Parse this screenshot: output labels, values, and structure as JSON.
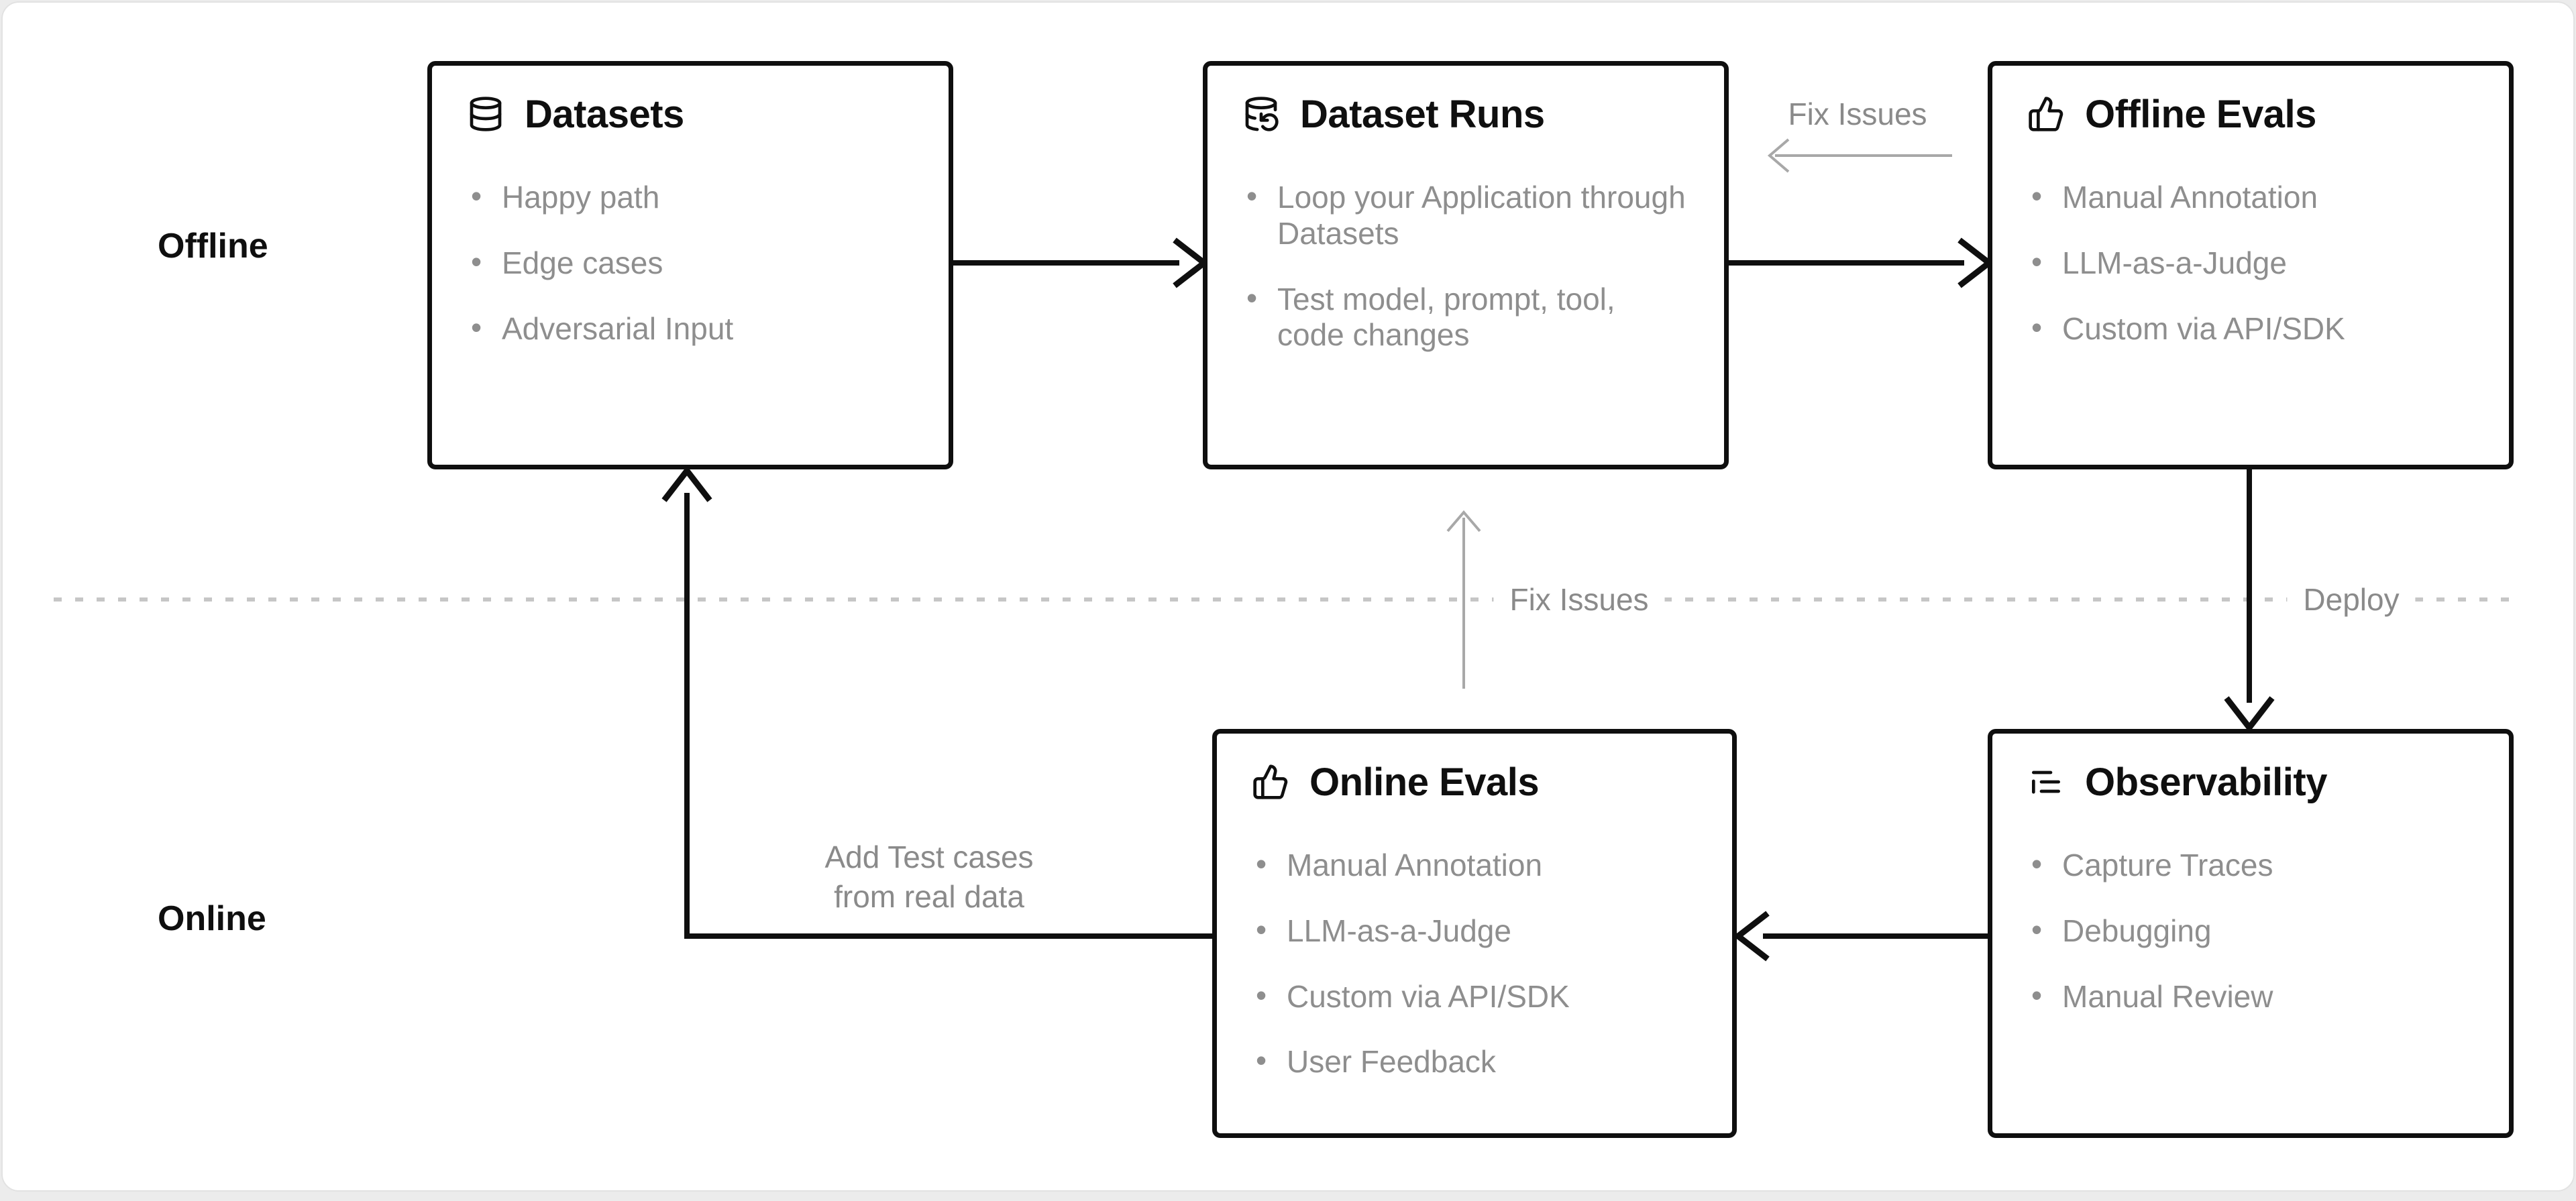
{
  "colors": {
    "page_background": "#ececec",
    "card_background": "#ffffff",
    "box_border": "#0f0f0f",
    "title_text": "#0f0f0f",
    "muted_text": "#8e8e8e",
    "black_arrow": "#0f0f0f",
    "gray_arrow": "#a8a8a8",
    "dashed_divider": "#c6c6c6"
  },
  "lanes": {
    "offline": "Offline",
    "online": "Online"
  },
  "boxes": [
    {
      "id": "datasets",
      "icon": "database-icon",
      "title": "Datasets",
      "items": [
        "Happy path",
        "Edge cases",
        "Adversarial Input"
      ]
    },
    {
      "id": "dataset-runs",
      "icon": "database-refresh-icon",
      "title": "Dataset Runs",
      "items": [
        "Loop your Application through Datasets",
        "Test model, prompt, tool, code changes"
      ]
    },
    {
      "id": "offline-evals",
      "icon": "thumbs-up-icon",
      "title": "Offline Evals",
      "items": [
        "Manual Annotation",
        "LLM-as-a-Judge",
        "Custom via API/SDK"
      ]
    },
    {
      "id": "online-evals",
      "icon": "thumbs-up-icon",
      "title": "Online Evals",
      "items": [
        "Manual Annotation",
        "LLM-as-a-Judge",
        "Custom via API/SDK",
        "User Feedback"
      ]
    },
    {
      "id": "observability",
      "icon": "list-tree-icon",
      "title": "Observability",
      "items": [
        "Capture Traces",
        "Debugging",
        "Manual Review"
      ]
    }
  ],
  "edge_labels": {
    "fix_issues_top": "Fix Issues",
    "fix_issues_middle": "Fix Issues",
    "deploy": "Deploy",
    "add_test_cases_line1": "Add Test cases",
    "add_test_cases_line2": "from real data"
  }
}
